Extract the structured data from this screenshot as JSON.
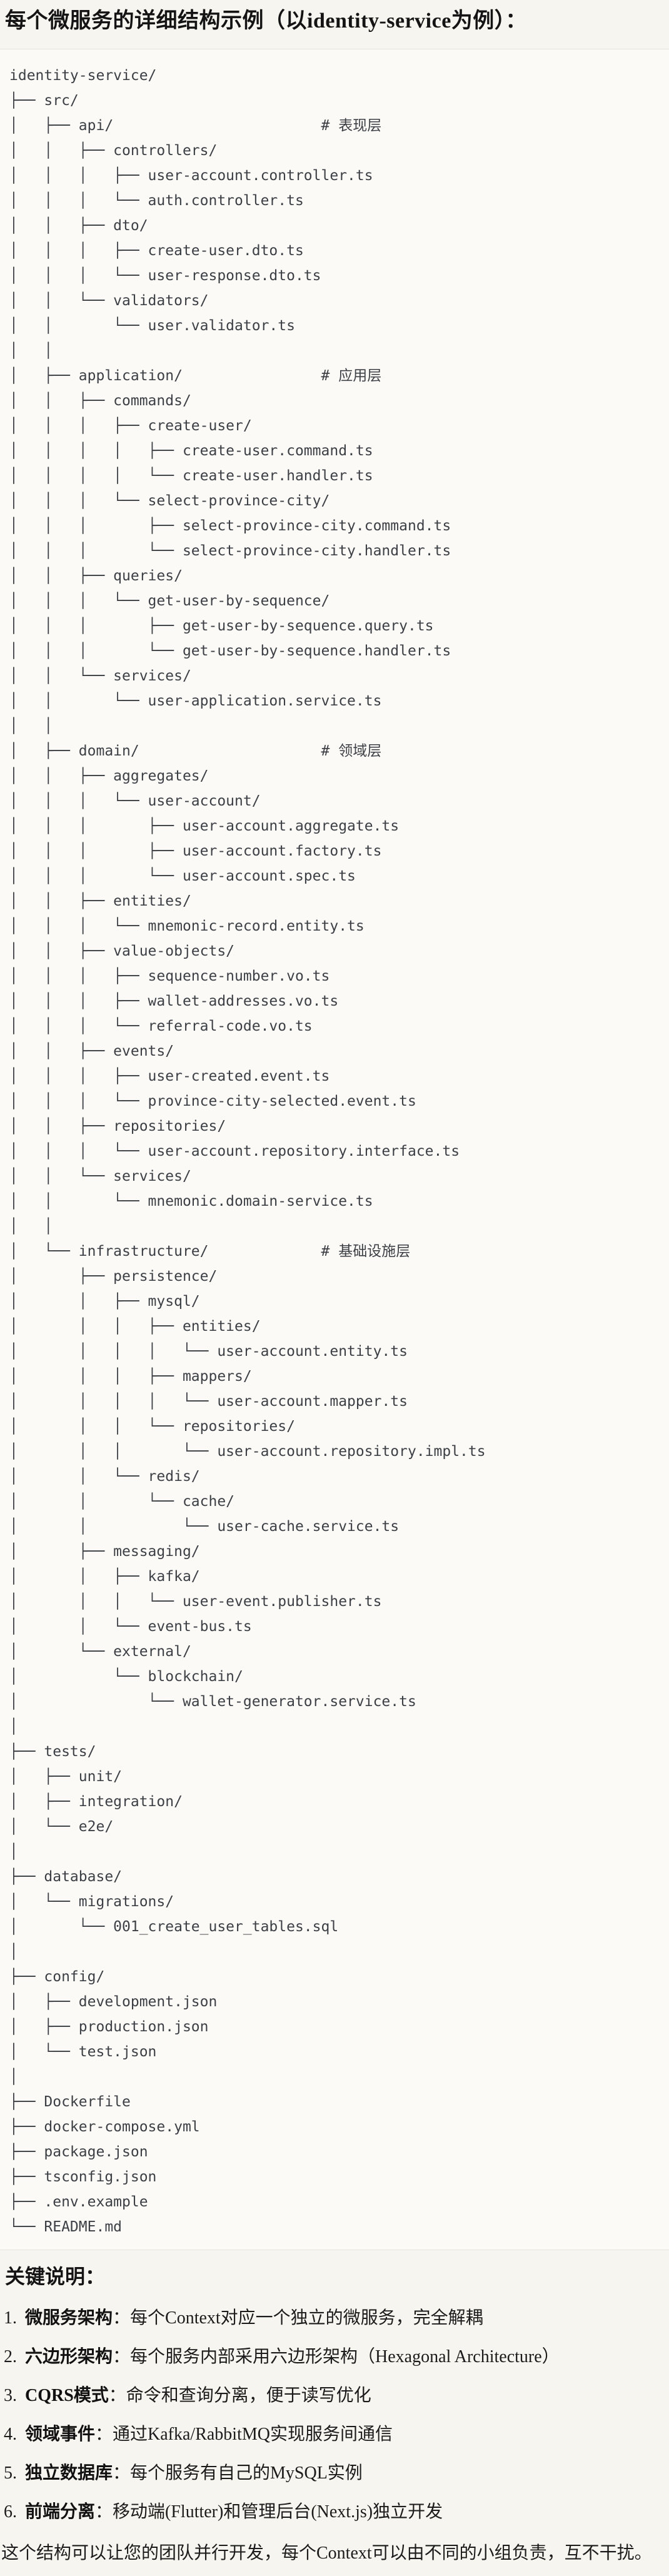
{
  "page_title": "每个微服务的详细结构示例（以identity-service为例）：",
  "tree": {
    "text": "identity-service/\n├── src/\n│   ├── api/                        # 表现层\n│   │   ├── controllers/\n│   │   │   ├── user-account.controller.ts\n│   │   │   └── auth.controller.ts\n│   │   ├── dto/\n│   │   │   ├── create-user.dto.ts\n│   │   │   └── user-response.dto.ts\n│   │   └── validators/\n│   │       └── user.validator.ts\n│   │\n│   ├── application/                # 应用层\n│   │   ├── commands/\n│   │   │   ├── create-user/\n│   │   │   │   ├── create-user.command.ts\n│   │   │   │   └── create-user.handler.ts\n│   │   │   └── select-province-city/\n│   │   │       ├── select-province-city.command.ts\n│   │   │       └── select-province-city.handler.ts\n│   │   ├── queries/\n│   │   │   └── get-user-by-sequence/\n│   │   │       ├── get-user-by-sequence.query.ts\n│   │   │       └── get-user-by-sequence.handler.ts\n│   │   └── services/\n│   │       └── user-application.service.ts\n│   │\n│   ├── domain/                     # 领域层\n│   │   ├── aggregates/\n│   │   │   └── user-account/\n│   │   │       ├── user-account.aggregate.ts\n│   │   │       ├── user-account.factory.ts\n│   │   │       └── user-account.spec.ts\n│   │   ├── entities/\n│   │   │   └── mnemonic-record.entity.ts\n│   │   ├── value-objects/\n│   │   │   ├── sequence-number.vo.ts\n│   │   │   ├── wallet-addresses.vo.ts\n│   │   │   └── referral-code.vo.ts\n│   │   ├── events/\n│   │   │   ├── user-created.event.ts\n│   │   │   └── province-city-selected.event.ts\n│   │   ├── repositories/\n│   │   │   └── user-account.repository.interface.ts\n│   │   └── services/\n│   │       └── mnemonic.domain-service.ts\n│   │\n│   └── infrastructure/             # 基础设施层\n│       ├── persistence/\n│       │   ├── mysql/\n│       │   │   ├── entities/\n│       │   │   │   └── user-account.entity.ts\n│       │   │   ├── mappers/\n│       │   │   │   └── user-account.mapper.ts\n│       │   │   └── repositories/\n│       │   │       └── user-account.repository.impl.ts\n│       │   └── redis/\n│       │       └── cache/\n│       │           └── user-cache.service.ts\n│       ├── messaging/\n│       │   ├── kafka/\n│       │   │   └── user-event.publisher.ts\n│       │   └── event-bus.ts\n│       └── external/\n│           └── blockchain/\n│               └── wallet-generator.service.ts\n│\n├── tests/\n│   ├── unit/\n│   ├── integration/\n│   └── e2e/\n│\n├── database/\n│   └── migrations/\n│       └── 001_create_user_tables.sql\n│\n├── config/\n│   ├── development.json\n│   ├── production.json\n│   └── test.json\n│\n├── Dockerfile\n├── docker-compose.yml\n├── package.json\n├── tsconfig.json\n├── .env.example\n└── README.md"
  },
  "notes": {
    "title": "关键说明：",
    "items": [
      {
        "num": "1.",
        "term": "微服务架构",
        "desc": "：每个Context对应一个独立的微服务，完全解耦"
      },
      {
        "num": "2.",
        "term": "六边形架构",
        "desc": "：每个服务内部采用六边形架构（Hexagonal Architecture）"
      },
      {
        "num": "3.",
        "term": "CQRS模式",
        "desc": "：命令和查询分离，便于读写优化"
      },
      {
        "num": "4.",
        "term": "领域事件",
        "desc": "：通过Kafka/RabbitMQ实现服务间通信"
      },
      {
        "num": "5.",
        "term": "独立数据库",
        "desc": "：每个服务有自己的MySQL实例"
      },
      {
        "num": "6.",
        "term": "前端分离",
        "desc": "：移动端(Flutter)和管理后台(Next.js)独立开发"
      }
    ]
  },
  "closing": "这个结构可以让您的团队并行开发，每个Context可以由不同的小组负责，互不干扰。"
}
